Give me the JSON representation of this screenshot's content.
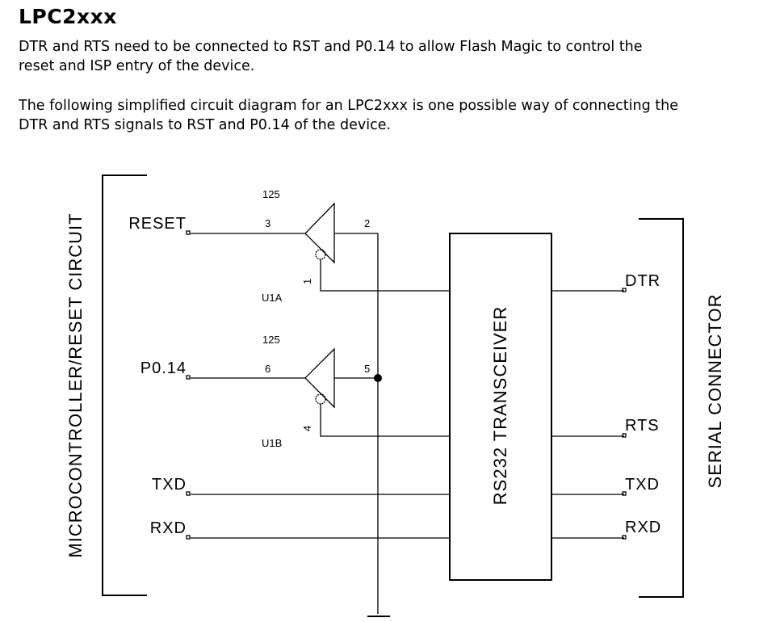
{
  "heading": "LPC2xxx",
  "paragraphs": [
    "DTR and RTS need to be connected to RST and P0.14 to allow Flash Magic to control the",
    "reset and ISP entry of the device.",
    "The following simplified circuit diagram for an LPC2xxx is one possible way of connecting the",
    "DTR and RTS signals to RST and P0.14 of the device."
  ],
  "diagram": {
    "left_block_label": "MICROCONTROLLER/RESET CIRCUIT",
    "transceiver_label": "RS232 TRANSCEIVER",
    "right_block_label": "SERIAL CONNECTOR",
    "left_signals": [
      "RESET",
      "P0.14",
      "TXD",
      "RXD"
    ],
    "right_signals": [
      "DTR",
      "RTS",
      "TXD",
      "RXD"
    ],
    "buffers": [
      {
        "part_number": "125",
        "designator": "U1A",
        "input_pin": "3",
        "output_pin": "2",
        "enable_pin": "1"
      },
      {
        "part_number": "125",
        "designator": "U1B",
        "input_pin": "6",
        "output_pin": "5",
        "enable_pin": "4"
      }
    ]
  }
}
